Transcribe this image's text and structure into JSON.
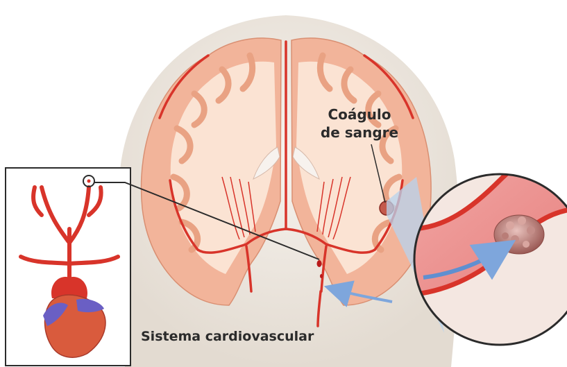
{
  "labels": {
    "clot_line1": "Coágulo",
    "clot_line2": "de sangre",
    "cardiovascular": "Sistema cardiovascular"
  },
  "colors": {
    "head": "#ece5dc",
    "gray_matter": "#f2b49a",
    "white_matter": "#fbe3d3",
    "artery": "#d8342a",
    "artery_dark": "#a61f18",
    "vein": "#6a5fc4",
    "heart": "#d95b3d",
    "flow_arrow": "#7ea6dc",
    "clot": "#b97d77",
    "zoom_cone": "#b7d3ee"
  },
  "icons": [
    "blood-flow-arrow-icon",
    "clot-marker-icon",
    "heart-icon"
  ]
}
